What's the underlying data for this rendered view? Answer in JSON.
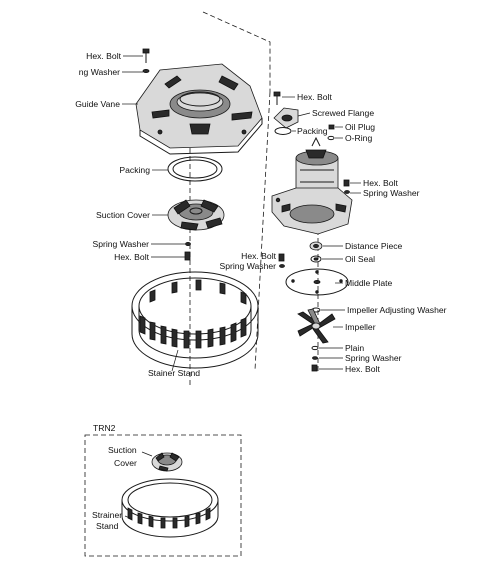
{
  "diagram": {
    "inset_title": "TRN2",
    "left_labels": {
      "hex_bolt_top": "Hex. Bolt",
      "spring_washer_top": "ng Washer",
      "guide_vane": "Guide Vane",
      "packing": "Packing",
      "suction_cover": "Suction Cover",
      "spring_washer": "Spring Washer",
      "hex_bolt": "Hex. Bolt",
      "strainer_stand": "Stainer Stand"
    },
    "right_labels": {
      "hex_bolt_top": "Hex. Bolt",
      "screwed_flange": "Screwed Flange",
      "packing": "Packing",
      "oil_plug": "Oil Plug",
      "o_ring": "O-Ring",
      "hex_bolt_motor": "Hex. Bolt",
      "spring_washer_motor": "Spring Washer",
      "distance_piece": "Distance Piece",
      "hex_bolt_mid": "Hex. Bolt",
      "spring_washer_mid": "Spring Washer",
      "oil_seal": "Oil Seal",
      "middle_plate": "Middle Plate",
      "impeller_adjusting_washer": "Impeller Adjusting Washer",
      "impeller": "Impeller",
      "plain": "Plain",
      "spring_washer_bottom": "Spring Washer",
      "hex_bolt_bottom": "Hex. Bolt"
    },
    "inset_labels": {
      "suction_line1": "Suction",
      "suction_line2": "Cover",
      "strainer_line1": "Strainer",
      "strainer_line2": "Stand"
    }
  }
}
